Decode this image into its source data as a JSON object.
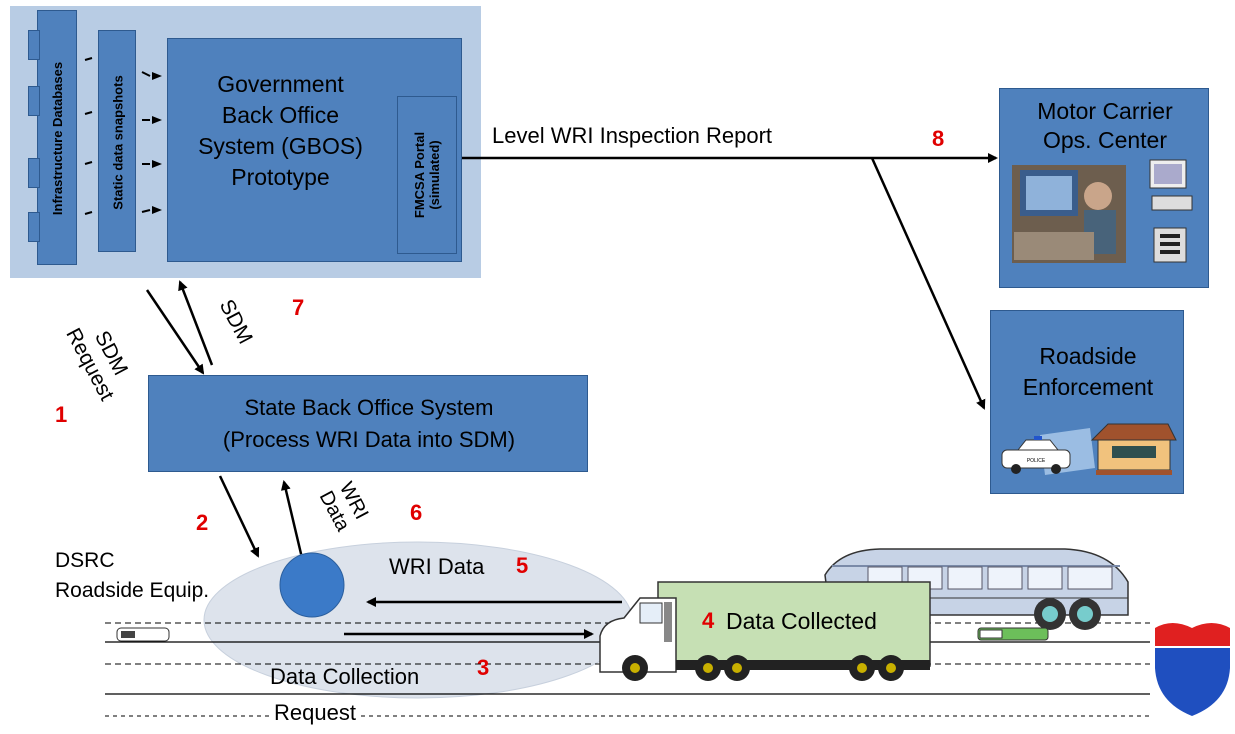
{
  "gbos": {
    "db_label": "Infrastructure Databases",
    "snapshot_label": "Static data snapshots",
    "title_lines": [
      "Government",
      "Back Office",
      "System (GBOS)",
      "Prototype"
    ],
    "portal_lines": [
      "FMCSA Portal",
      "(simulated)"
    ]
  },
  "top_arrow_label": "Level WRI Inspection Report",
  "motor_carrier": {
    "lines": [
      "Motor Carrier",
      "Ops. Center"
    ]
  },
  "roadside": {
    "lines": [
      "Roadside",
      "Enforcement"
    ],
    "police_text": "POLICE"
  },
  "state_box": {
    "lines": [
      "State Back Office System",
      "(Process WRI Data into SDM)"
    ]
  },
  "sdm_request": [
    "SDM",
    "Request"
  ],
  "sdm_label": "SDM",
  "wri_data_diag": [
    "WRI",
    "Data"
  ],
  "dsrc": [
    "DSRC",
    "Roadside Equip."
  ],
  "wri_data_label": "WRI Data",
  "data_collected": "Data Collected",
  "data_collection": "Data Collection",
  "request_label": "Request",
  "steps": {
    "s1": "1",
    "s2": "2",
    "s3": "3",
    "s4": "4",
    "s5": "5",
    "s6": "6",
    "s7": "7",
    "s8": "8"
  },
  "colors": {
    "box_blue": "#4f81bd",
    "panel_light": "#b8cce4",
    "step_red": "#e00000",
    "truck_green": "#c6e0b4",
    "ellipse_gray": "#dde3ec"
  }
}
